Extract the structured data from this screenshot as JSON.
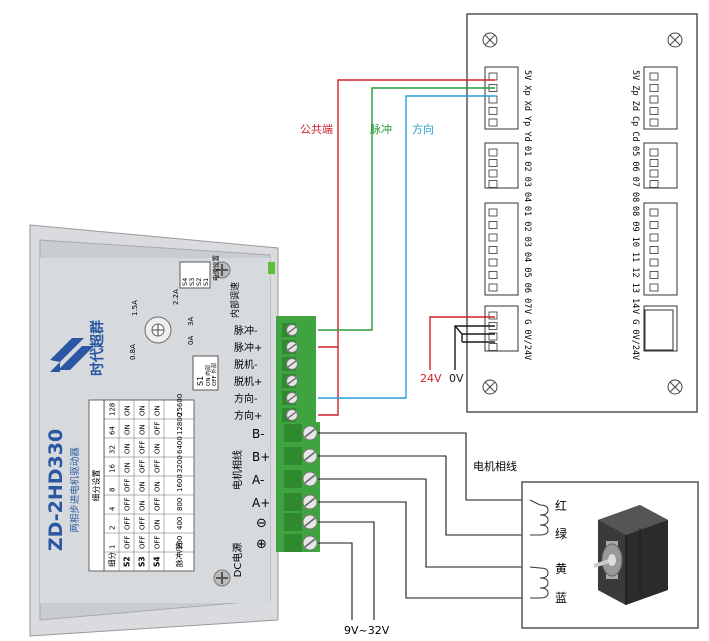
{
  "labels": {
    "common": "公共端",
    "pulse": "脉冲",
    "direction": "方向",
    "v24": "24V",
    "v0": "0V",
    "motor_phase": "电机相线",
    "supply": "9V~32V"
  },
  "colors": {
    "red": "#d0202a",
    "green": "#2a9a3a",
    "blue": "#2a9fd6",
    "black": "#1a1a1a",
    "terminal_green": "#3fa33f",
    "driver_body": "#cfd2d6"
  },
  "driver": {
    "model": "ZD-2HD330",
    "subtitle": "两相步进电机驱动器",
    "brand": "时代超群",
    "table_title": "细分设置",
    "table_headers": [
      "细分",
      "S2",
      "S3",
      "S4",
      "脉冲/转"
    ],
    "table_rows": [
      [
        "1",
        "OFF",
        "OFF",
        "OFF",
        "200"
      ],
      [
        "2",
        "OFF",
        "OFF",
        "ON",
        "400"
      ],
      [
        "4",
        "OFF",
        "ON",
        "OFF",
        "800"
      ],
      [
        "8",
        "OFF",
        "ON",
        "ON",
        "1600"
      ],
      [
        "16",
        "ON",
        "OFF",
        "OFF",
        "3200"
      ],
      [
        "32",
        "ON",
        "OFF",
        "ON",
        "6400"
      ],
      [
        "64",
        "ON",
        "ON",
        "OFF",
        "12800"
      ],
      [
        "128",
        "ON",
        "ON",
        "ON",
        "25600"
      ]
    ],
    "current_labels": [
      "0.8A",
      "1.5A",
      "2.2A",
      "3A",
      "0A"
    ],
    "s1_title": "S1",
    "s1_on": "ON 内部",
    "s1_off": "OFF 外部",
    "switch_labels": [
      "S4",
      "S3",
      "S2",
      "S1"
    ],
    "switch_caption": "电流设置",
    "internal_label": "内部调速",
    "signal_terminals": [
      "脉冲-",
      "脉冲+",
      "脱机-",
      "脱机+",
      "方向-",
      "方向+"
    ],
    "motor_terminals": [
      "B-",
      "B+",
      "A-",
      "A+"
    ],
    "motor_block_label": "电机相线",
    "power_terminals": [
      "⊖",
      "⊕"
    ],
    "power_label": "DC电源"
  },
  "controller": {
    "groups": [
      {
        "labels": "5V Xp Xd Yp Yd"
      },
      {
        "labels": "01 02 03 04"
      },
      {
        "labels": "01 02 03 04 05 06 07"
      },
      {
        "labels": "V G 0V/24V"
      }
    ],
    "groups_right": [
      {
        "labels": "5V Zp Zd Cp Cd"
      },
      {
        "labels": "05 06 07 08"
      },
      {
        "labels": "08 09 10 11 12 13 14"
      },
      {
        "labels": "V G 0V/24V"
      }
    ]
  },
  "motor": {
    "coil1": [
      "红",
      "绿"
    ],
    "coil2": [
      "黄",
      "蓝"
    ]
  }
}
